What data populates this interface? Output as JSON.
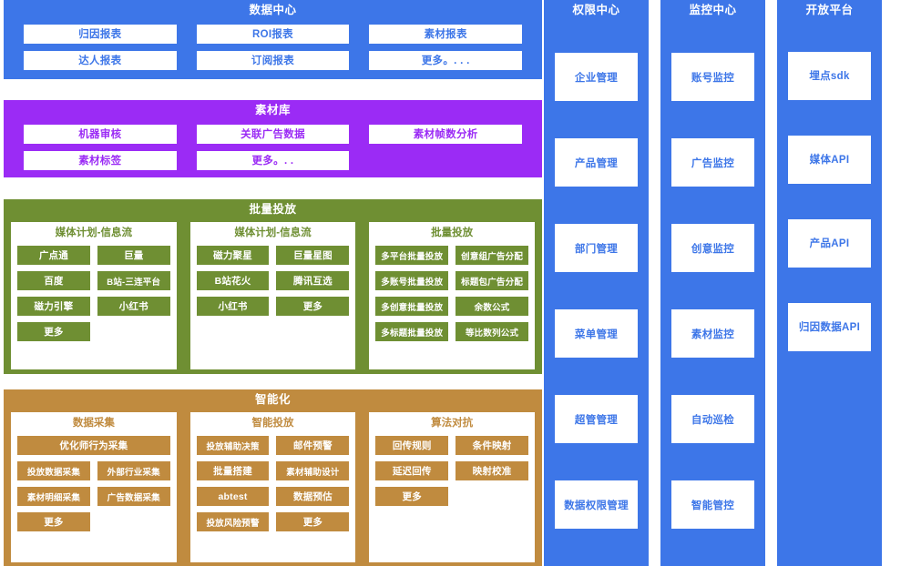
{
  "left_sections": [
    {
      "id": "data-center",
      "title": "数据中心",
      "color": "#3d76e8",
      "kind": "simple",
      "buttons": [
        "归因报表",
        "ROI报表",
        "素材报表",
        "达人报表",
        "订阅报表",
        "更多。. . ."
      ]
    },
    {
      "id": "material-library",
      "title": "素材库",
      "color": "#9b2bf5",
      "kind": "simple",
      "buttons": [
        "机器审核",
        "关联广告数据",
        "素材帧数分析",
        "素材标签",
        "更多。. ."
      ]
    },
    {
      "id": "batch-delivery",
      "title": "批量投放",
      "color": "#6f8f33",
      "kind": "group",
      "cards": [
        {
          "title": "媒体计划-信息流",
          "chips": [
            "广点通",
            "巨量",
            "百度",
            "B站-三连平台",
            "磁力引擎",
            "小红书",
            "更多"
          ]
        },
        {
          "title": "媒体计划-信息流",
          "chips": [
            "磁力聚星",
            "巨量星图",
            "B站花火",
            "腾讯互选",
            "小红书",
            "更多"
          ]
        },
        {
          "title": "批量投放",
          "chips": [
            "多平台批量投放",
            "创意组广告分配",
            "多账号批量投放",
            "标题包广告分配",
            "多创意批量投放",
            "余数公式",
            "多标题批量投放",
            "等比数列公式"
          ]
        }
      ]
    },
    {
      "id": "intelligence",
      "title": "智能化",
      "color": "#c08b3f",
      "kind": "group",
      "cards": [
        {
          "title": "数据采集",
          "chips": [
            "优化师行为采集",
            "投放数据采集",
            "外部行业采集",
            "素材明细采集",
            "广告数据采集",
            "更多"
          ],
          "wide_first": true
        },
        {
          "title": "智能投放",
          "chips": [
            "投放辅助决策",
            "邮件预警",
            "批量搭建",
            "素材辅助设计",
            "abtest",
            "数据预估",
            "投放风险预警",
            "更多"
          ]
        },
        {
          "title": "算法对抗",
          "chips": [
            "回传规则",
            "条件映射",
            "延迟回传",
            "映射校准",
            "更多"
          ]
        }
      ]
    }
  ],
  "right_columns": [
    {
      "id": "permission-center",
      "title": "权限中心",
      "color": "#3d76e8",
      "items": [
        "企业管理",
        "产品管理",
        "部门管理",
        "菜单管理",
        "超管管理",
        "数据权限管理"
      ]
    },
    {
      "id": "monitoring-center",
      "title": "监控中心",
      "color": "#3d76e8",
      "items": [
        "账号监控",
        "广告监控",
        "创意监控",
        "素材监控",
        "自动巡检",
        "智能管控"
      ]
    },
    {
      "id": "open-platform",
      "title": "开放平台",
      "color": "#3d76e8",
      "items": [
        "埋点sdk",
        "媒体API",
        "产品API",
        "归因数据API"
      ]
    }
  ]
}
